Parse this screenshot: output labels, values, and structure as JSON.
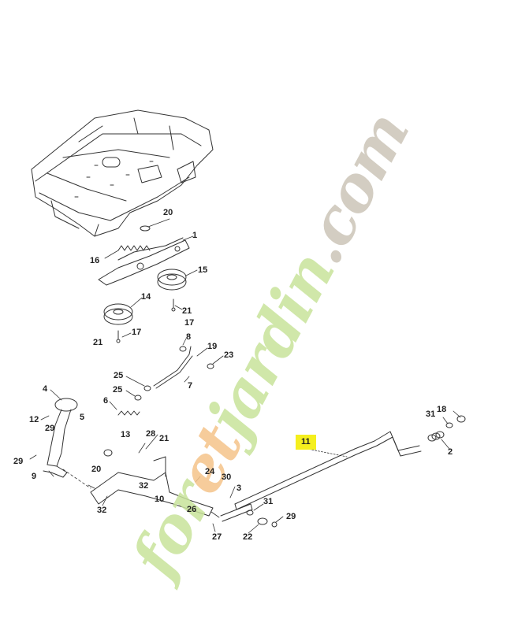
{
  "watermark": {
    "text_green": "for",
    "text_orange": "et",
    "text_green2": "jardin",
    "text_grey": ".com",
    "colors": {
      "green": "#c8e39b",
      "orange": "#f5c48a",
      "grey": "#ccc5b8"
    }
  },
  "callouts": {
    "c1": "1",
    "c2": "2",
    "c3": "3",
    "c4": "4",
    "c5": "5",
    "c6": "6",
    "c7": "7",
    "c8": "8",
    "c9": "9",
    "c10": "10",
    "c11": "11",
    "c12": "12",
    "c13": "13",
    "c14": "14",
    "c15": "15",
    "c16": "16",
    "c17a": "17",
    "c17b": "17",
    "c18": "18",
    "c19": "19",
    "c20a": "20",
    "c20b": "20",
    "c21a": "21",
    "c21b": "21",
    "c21c": "21",
    "c22": "22",
    "c23": "23",
    "c24": "24",
    "c25a": "25",
    "c25b": "25",
    "c26": "26",
    "c27": "27",
    "c28": "28",
    "c29a": "29",
    "c29b": "29",
    "c29c": "29",
    "c30": "30",
    "c31a": "31",
    "c31b": "31",
    "c32a": "32",
    "c32b": "32"
  },
  "highlight_color": "#f5ef1e",
  "highlighted_part": "11"
}
